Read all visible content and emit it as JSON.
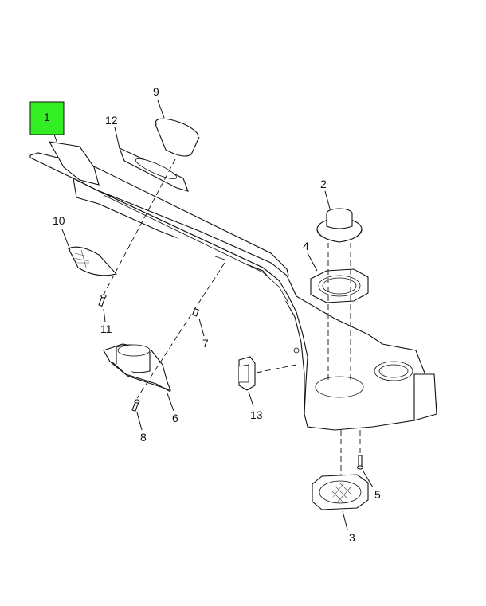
{
  "highlight_color": "#33ee22",
  "callouts": {
    "c1": "1",
    "c2": "2",
    "c3": "3",
    "c4": "4",
    "c5": "5",
    "c6": "6",
    "c7": "7",
    "c8": "8",
    "c9": "9",
    "c10": "10",
    "c11": "11",
    "c12": "12",
    "c13": "13"
  },
  "highlighted_part": "1"
}
